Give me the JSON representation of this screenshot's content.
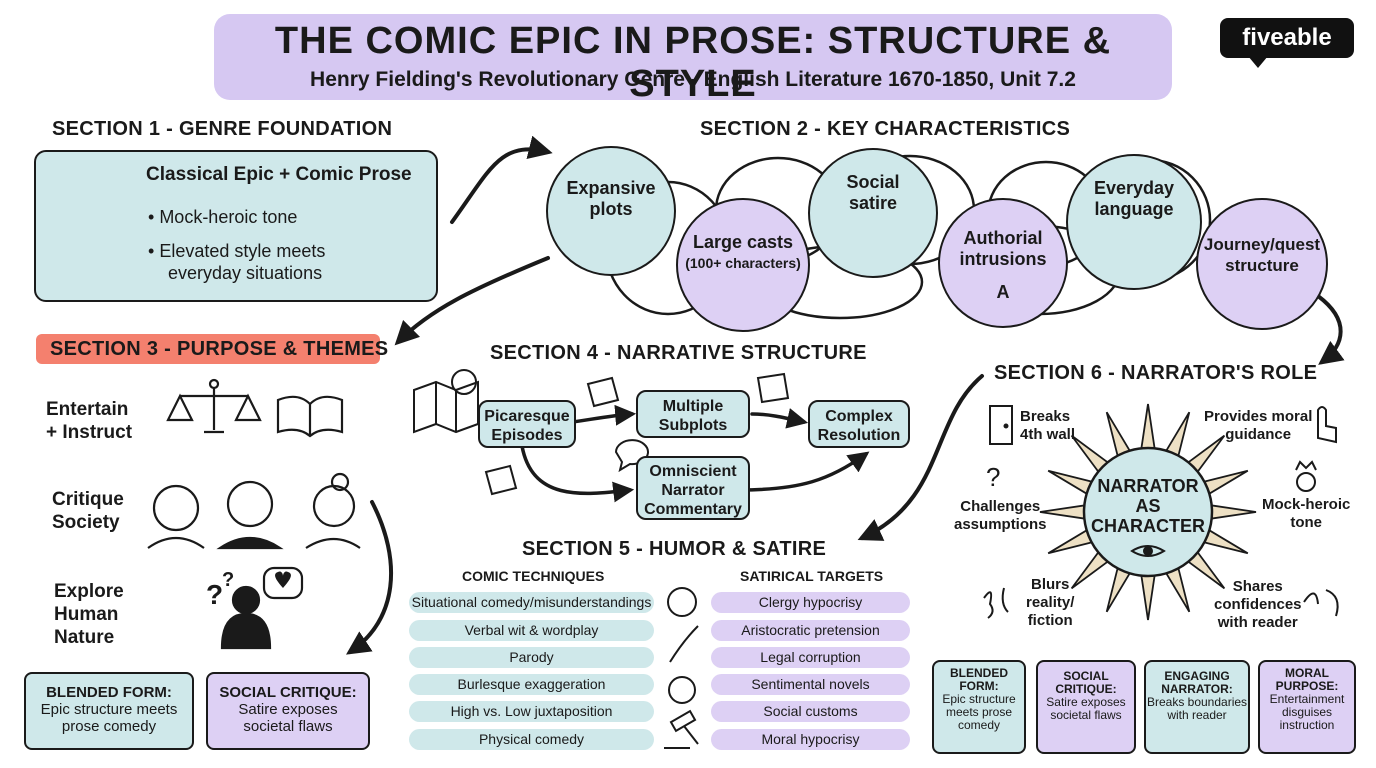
{
  "header": {
    "title": "THE COMIC EPIC IN PROSE: STRUCTURE & STYLE",
    "subtitle": "Henry Fielding's Revolutionary Genre - English Literature 1670-1850, Unit 7.2",
    "logo": "fiveable"
  },
  "section1": {
    "heading": "SECTION 1 - GENRE FOUNDATION",
    "box_title": "Classical Epic + Comic Prose",
    "bullets": [
      "Mock-heroic tone",
      "Elevated style meets",
      "everyday situations"
    ],
    "icons": [
      "column-icon",
      "quill-icon"
    ]
  },
  "section2": {
    "heading": "SECTION 2 - KEY CHARACTERISTICS",
    "circles": [
      {
        "line1": "Expansive",
        "line2": "plots",
        "icon": "road-icon"
      },
      {
        "line1": "Large casts",
        "line2": "(100+ characters)",
        "icon": "people-icon"
      },
      {
        "line1": "Social",
        "line2": "satire",
        "icon": "laughing-face-icon"
      },
      {
        "line1": "Authorial",
        "line2": "intrusions",
        "icon": "speech-a-icon"
      },
      {
        "line1": "Everyday",
        "line2": "language",
        "icon": "speech-bubbles-icon"
      },
      {
        "line1": "Journey/quest",
        "line2": "structure",
        "icon": "compass-icon"
      }
    ]
  },
  "section3": {
    "heading": "SECTION 3 - PURPOSE & THEMES",
    "items": [
      {
        "line1": "Entertain",
        "line2": "+ Instruct"
      },
      {
        "line1": "Critique",
        "line2": "Society"
      },
      {
        "line1": "Explore",
        "line2": "Human",
        "line3": "Nature"
      }
    ],
    "boxes": [
      {
        "title": "BLENDED FORM:",
        "line1": "Epic structure meets",
        "line2": "prose comedy"
      },
      {
        "title": "SOCIAL CRITIQUE:",
        "line1": "Satire exposes",
        "line2": "societal flaws"
      }
    ]
  },
  "section4": {
    "heading": "SECTION 4 - NARRATIVE STRUCTURE",
    "nodes": [
      {
        "line1": "Picaresque",
        "line2": "Episodes"
      },
      {
        "line1": "Multiple",
        "line2": "Subplots"
      },
      {
        "line1": "Complex",
        "line2": "Resolution"
      },
      {
        "line1": "Omniscient",
        "line2": "Narrator",
        "line3": "Commentary"
      }
    ]
  },
  "section5": {
    "heading": "SECTION 5 - HUMOR & SATIRE",
    "col1_header": "COMIC TECHNIQUES",
    "col2_header": "SATIRICAL TARGETS",
    "techniques": [
      "Situational comedy/misunderstandings",
      "Verbal wit & wordplay",
      "Parody",
      "Burlesque exaggeration",
      "High vs. Low juxtaposition",
      "Physical comedy"
    ],
    "targets": [
      "Clergy hypocrisy",
      "Aristocratic pretension",
      "Legal corruption",
      "Sentimental novels",
      "Social customs",
      "Moral hypocrisy"
    ]
  },
  "section6": {
    "heading": "SECTION 6 - NARRATOR'S ROLE",
    "center": {
      "line1": "NARRATOR",
      "line2": "AS",
      "line3": "CHARACTER"
    },
    "roles": [
      {
        "line1": "Breaks",
        "line2": "4th wall"
      },
      {
        "line1": "Provides moral",
        "line2": "guidance"
      },
      {
        "line1": "Challenges",
        "line2": "assumptions"
      },
      {
        "line1": "Mock-heroic",
        "line2": "tone"
      },
      {
        "line1": "Blurs",
        "line2": "reality/",
        "line3": "fiction"
      },
      {
        "line1": "Shares",
        "line2": "confidences",
        "line3": "with reader"
      }
    ],
    "boxes": [
      {
        "l1": "BLENDED",
        "l2": "FORM:",
        "l3": "Epic structure",
        "l4": "meets prose",
        "l5": "comedy"
      },
      {
        "l1": "SOCIAL",
        "l2": "CRITIQUE:",
        "l3": "Satire exposes",
        "l4": "societal flaws"
      },
      {
        "l1": "ENGAGING",
        "l2": "NARRATOR:",
        "l3": "Breaks boundaries",
        "l4": "with reader"
      },
      {
        "l1": "MORAL",
        "l2": "PURPOSE:",
        "l3": "Entertainment",
        "l4": "disguises",
        "l5": "instruction"
      }
    ]
  },
  "colors": {
    "teal": "#cfe8ea",
    "lavender": "#ddd0f4",
    "title_bg": "#d6c8f2",
    "section3_bar": "#f4806e",
    "sun": "#ede0c4"
  }
}
